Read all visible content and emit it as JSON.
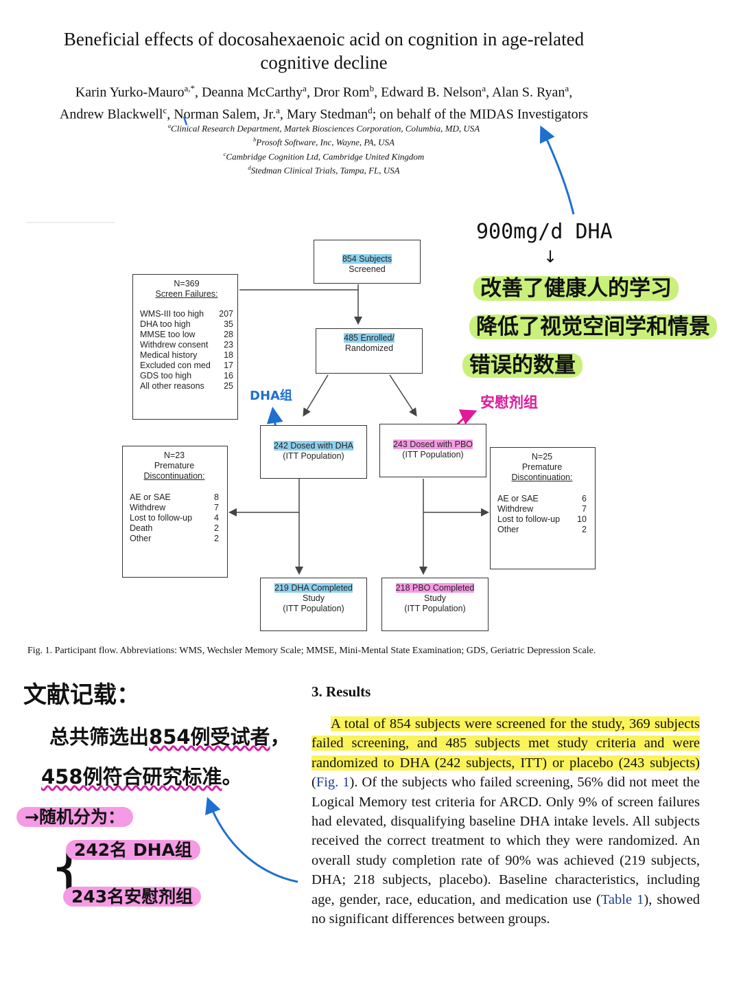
{
  "paper": {
    "title": "Beneficial effects of docosahexaenoic acid on cognition in age-related cognitive decline",
    "authors": [
      {
        "name": "Karin Yurko-Mauro",
        "aff": "a,*"
      },
      {
        "name": "Deanna McCarthy",
        "aff": "a"
      },
      {
        "name": "Dror Rom",
        "aff": "b"
      },
      {
        "name": "Edward B. Nelson",
        "aff": "a"
      },
      {
        "name": "Alan S. Ryan",
        "aff": "a"
      },
      {
        "name": "Andrew Blackwell",
        "aff": "c"
      },
      {
        "name": "Norman Salem, Jr.",
        "aff": "a"
      },
      {
        "name": "Mary Stedman",
        "aff": "d"
      }
    ],
    "authors_suffix": "; on behalf of the MIDAS Investigators",
    "affiliations": [
      {
        "mark": "a",
        "text": "Clinical Research Department, Martek Biosciences Corporation, Columbia, MD, USA"
      },
      {
        "mark": "b",
        "text": "Prosoft Software, Inc, Wayne, PA, USA"
      },
      {
        "mark": "c",
        "text": "Cambridge Cognition Ltd, Cambridge United Kingdom"
      },
      {
        "mark": "d",
        "text": "Stedman Clinical Trials, Tampa, FL, USA"
      }
    ]
  },
  "flow": {
    "screened": {
      "line1": "854 Subjects",
      "line2": "Screened"
    },
    "enrolled": {
      "line1": "485 Enrolled/",
      "line2": "Randomized"
    },
    "screen_failures": {
      "n": "N=369",
      "label": "Screen Failures:",
      "rows": [
        {
          "label": "WMS-III too high",
          "value": "207"
        },
        {
          "label": "DHA too high",
          "value": "35"
        },
        {
          "label": "MMSE too low",
          "value": "28"
        },
        {
          "label": "Withdrew consent",
          "value": "23"
        },
        {
          "label": "Medical history",
          "value": "18"
        },
        {
          "label": "Excluded con med",
          "value": "17"
        },
        {
          "label": "GDS too high",
          "value": "16"
        },
        {
          "label": "All other reasons",
          "value": "25"
        }
      ]
    },
    "dha_dosed": {
      "line1": "242 Dosed with DHA",
      "line2": "(ITT Population)"
    },
    "pbo_dosed": {
      "line1": "243 Dosed with PBO",
      "line2": "(ITT Population)"
    },
    "dha_discontinuation": {
      "n": "N=23",
      "line2": "Premature",
      "label": "Discontinuation:",
      "rows": [
        {
          "label": "AE or SAE",
          "value": "8"
        },
        {
          "label": "Withdrew",
          "value": "7"
        },
        {
          "label": "Lost to follow-up",
          "value": "4"
        },
        {
          "label": "Death",
          "value": "2"
        },
        {
          "label": "Other",
          "value": "2"
        }
      ]
    },
    "pbo_discontinuation": {
      "n": "N=25",
      "line2": "Premature",
      "label": "Discontinuation:",
      "rows": [
        {
          "label": "AE or SAE",
          "value": "6"
        },
        {
          "label": "Withdrew",
          "value": "7"
        },
        {
          "label": "Lost to follow-up",
          "value": "10"
        },
        {
          "label": "Other",
          "value": "2"
        }
      ]
    },
    "dha_completed": {
      "line1": "219 DHA Completed",
      "line2": "Study",
      "line3": "(ITT Population)"
    },
    "pbo_completed": {
      "line1": "218 PBO Completed",
      "line2": "Study",
      "line3": "(ITT Population)"
    },
    "caption": "Fig. 1.  Participant flow. Abbreviations: WMS, Wechsler Memory Scale; MMSE, Mini-Mental State Examination; GDS, Geriatric Depression Scale."
  },
  "results": {
    "heading": "3.  Results",
    "highlighted": "A total of 854 subjects were screened for the study, 369 subjects failed screening, and 485 subjects met study criteria and were randomized to DHA (242 subjects, ITT) or placebo (243 subjects)",
    "fig_ref_open": " (",
    "fig_ref": "Fig. 1",
    "after_fig": "). Of the subjects who failed screening, 56% did not meet the Logical Memory test criteria for ARCD. Only 9% of screen failures had elevated, disqualifying baseline DHA intake levels. All subjects received the correct treatment to which they were randomized. An overall study completion rate of 90% was achieved (219 subjects, DHA; 218 subjects, placebo). Baseline characteristics, including age, gender, race, education, and medication use (",
    "table_ref": "Table 1",
    "after_table": "), showed no significant differences between groups."
  },
  "notes": {
    "dose": "900mg/d DHA",
    "dose_arrow": "↓",
    "effect_line1": "改善了健康人的学习",
    "effect_line2": "降低了视觉空间学和情景",
    "effect_line3": "错误的数量",
    "dha_group": "DHA组",
    "placebo_group": "安慰剂组",
    "record_title": "文献记载：",
    "record_line1_a": "总共筛选出",
    "record_line1_b": "854例受试者",
    "record_line1_c": "，",
    "record_line2_a": "458例",
    "record_line2_b": "符合研究标准",
    "record_line2_c": "。",
    "randomized": "→随机分为：",
    "brace": "{",
    "group1": "242名 DHA组",
    "group2": "243名安慰剂组"
  },
  "colors": {
    "highlight_yellow": "#fbf35a",
    "highlight_green": "#c9f07a",
    "highlight_pink": "#f59ae4",
    "highlight_blue": "#8fd0ee",
    "annotation_blue": "#1e6fd0",
    "annotation_magenta": "#e0189c"
  }
}
